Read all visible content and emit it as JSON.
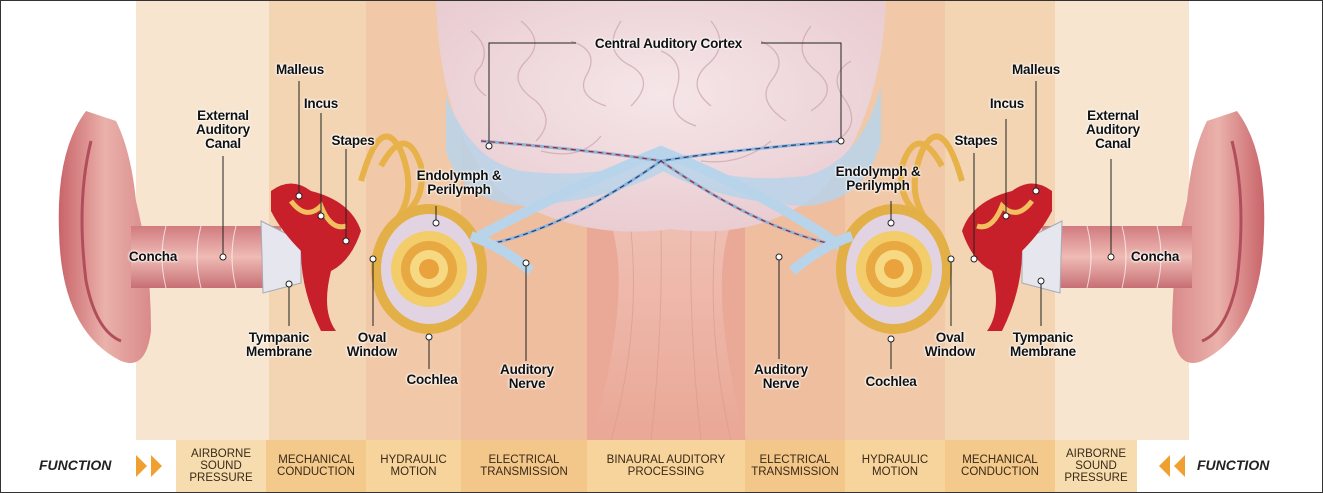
{
  "title": "Central Auditory Cortex",
  "labels_left": {
    "malleus": "Malleus",
    "external_canal": "External\nAuditory\nCanal",
    "incus": "Incus",
    "stapes": "Stapes",
    "endolymph": "Endolymph &\nPerilymph",
    "concha": "Concha",
    "tympanic": "Tympanic\nMembrane",
    "oval_window": "Oval\nWindow",
    "cochlea": "Cochlea",
    "auditory_nerve": "Auditory\nNerve"
  },
  "labels_right": {
    "malleus": "Malleus",
    "external_canal": "External\nAuditory\nCanal",
    "incus": "Incus",
    "stapes": "Stapes",
    "endolymph": "Endolymph &\nPerilymph",
    "concha": "Concha",
    "tympanic": "Tympanic\nMembrane",
    "oval_window": "Oval\nWindow",
    "cochlea": "Cochlea",
    "auditory_nerve": "Auditory\nNerve"
  },
  "function_label_left": "FUNCTION",
  "function_label_right": "FUNCTION",
  "bands": [
    {
      "label": "AIRBORNE\nSOUND\nPRESSURE",
      "color": "#f6dcae"
    },
    {
      "label": "MECHANICAL\nCONDUCTION",
      "color": "#f3c98c"
    },
    {
      "label": "HYDRAULIC\nMOTION",
      "color": "#f6d49c"
    },
    {
      "label": "ELECTRICAL\nTRANSMISSION",
      "color": "#f3c68a"
    },
    {
      "label": "BINAURAL AUDITORY\nPROCESSING",
      "color": "#f6d49c"
    },
    {
      "label": "ELECTRICAL\nTRANSMISSION",
      "color": "#f3c68a"
    },
    {
      "label": "HYDRAULIC\nMOTION",
      "color": "#f6d49c"
    },
    {
      "label": "MECHANICAL\nCONDUCTION",
      "color": "#f3c98c"
    },
    {
      "label": "AIRBORNE\nSOUND\nPRESSURE",
      "color": "#f6dcae"
    }
  ],
  "colors": {
    "arrow": "#f0a030",
    "ear_skin": "#e9a8a0",
    "middle_ear": "#c8202a",
    "nerve": "#b8d4ea",
    "brain": "#f1dde0"
  }
}
